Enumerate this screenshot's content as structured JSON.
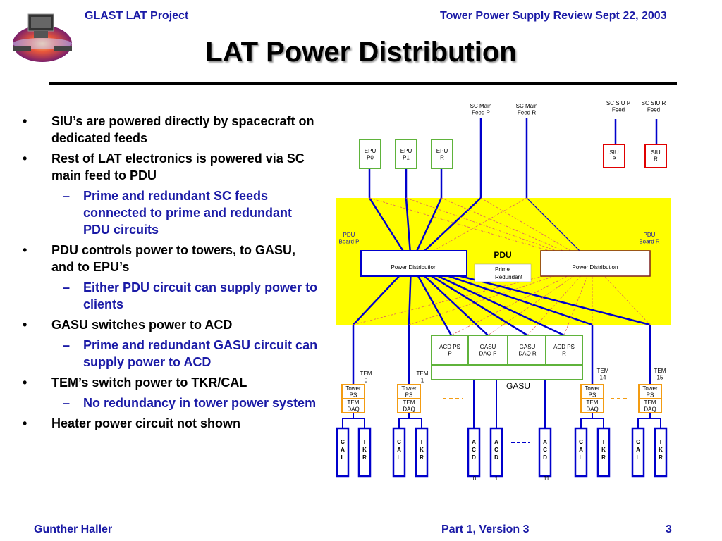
{
  "header": {
    "left": "GLAST LAT Project",
    "right": "Tower Power Supply Review Sept 22, 2003"
  },
  "logo": {
    "icon": "satellite-logo-icon"
  },
  "title": "LAT Power Distribution",
  "bullets": [
    {
      "level": 1,
      "text": "SIU’s are powered directly by spacecraft on dedicated feeds"
    },
    {
      "level": 1,
      "text": "Rest of LAT electronics is powered via SC main feed to PDU"
    },
    {
      "level": 2,
      "text": "Prime and redundant SC feeds connected to prime and redundant PDU circuits"
    },
    {
      "level": 1,
      "text": "PDU controls power to towers, to GASU, and to EPU’s"
    },
    {
      "level": 2,
      "text": "Either PDU circuit can supply power to clients"
    },
    {
      "level": 1,
      "text": "GASU switches power to ACD"
    },
    {
      "level": 2,
      "text": "Prime and redundant GASU circuit can supply power to ACD"
    },
    {
      "level": 1,
      "text": "TEM’s switch power to TKR/CAL"
    },
    {
      "level": 2,
      "text": "No redundancy in tower power system"
    },
    {
      "level": 1,
      "text": "Heater power circuit not shown"
    }
  ],
  "diagram": {
    "feeds": {
      "sc_main_p": [
        "SC Main",
        "Feed P"
      ],
      "sc_main_r": [
        "SC Main",
        "Feed R"
      ],
      "sc_siu_p": [
        "SC SIU P",
        "Feed"
      ],
      "sc_siu_r": [
        "SC SIU R",
        "Feed"
      ]
    },
    "epu": {
      "p0": [
        "EPU",
        "P0"
      ],
      "p1": [
        "EPU",
        "P1"
      ],
      "r": [
        "EPU",
        "R"
      ]
    },
    "siu": {
      "p": [
        "SIU",
        "P"
      ],
      "r": [
        "SIU",
        "R"
      ]
    },
    "pdu": {
      "board_p": [
        "PDU",
        "Board P"
      ],
      "board_r": [
        "PDU",
        "Board R"
      ],
      "label": "PDU",
      "power_dist_p": "Power Distribution",
      "power_dist_r": "Power Distribution",
      "legend_prime": "Prime",
      "legend_redundant": "Redundant"
    },
    "gasu": {
      "label": "GASU",
      "acd_ps_p": [
        "ACD PS",
        "P"
      ],
      "gasu_daq_p": [
        "GASU",
        "DAQ P"
      ],
      "gasu_daq_r": [
        "GASU",
        "DAQ R"
      ],
      "acd_ps_r": [
        "ACD PS",
        "R"
      ]
    },
    "tem_labels": {
      "t0": [
        "TEM",
        "0"
      ],
      "t1": [
        "TEM",
        "1"
      ],
      "t14": [
        "TEM",
        "14"
      ],
      "t15": [
        "TEM",
        "15"
      ]
    },
    "tower_ps": [
      "Tower",
      "PS"
    ],
    "tem_daq": [
      "TEM",
      "DAQ"
    ],
    "cal": [
      "C",
      "A",
      "L"
    ],
    "tkr": [
      "T",
      "K",
      "R"
    ],
    "acd": [
      "A",
      "C",
      "D"
    ],
    "acd_numbers": {
      "n0": "0",
      "n1": "1",
      "n11": "11"
    },
    "colors": {
      "pdu_fill": "#ffff00",
      "prime_line": "#0000cc",
      "redundant_line": "#e06060",
      "box_green": "#5fb33b",
      "siu_red": "#e00000",
      "daq_orange": "#f39c12",
      "module_blue": "#0000cc"
    }
  },
  "footer": {
    "left": "Gunther Haller",
    "center": "Part 1, Version 3",
    "right": "3"
  }
}
